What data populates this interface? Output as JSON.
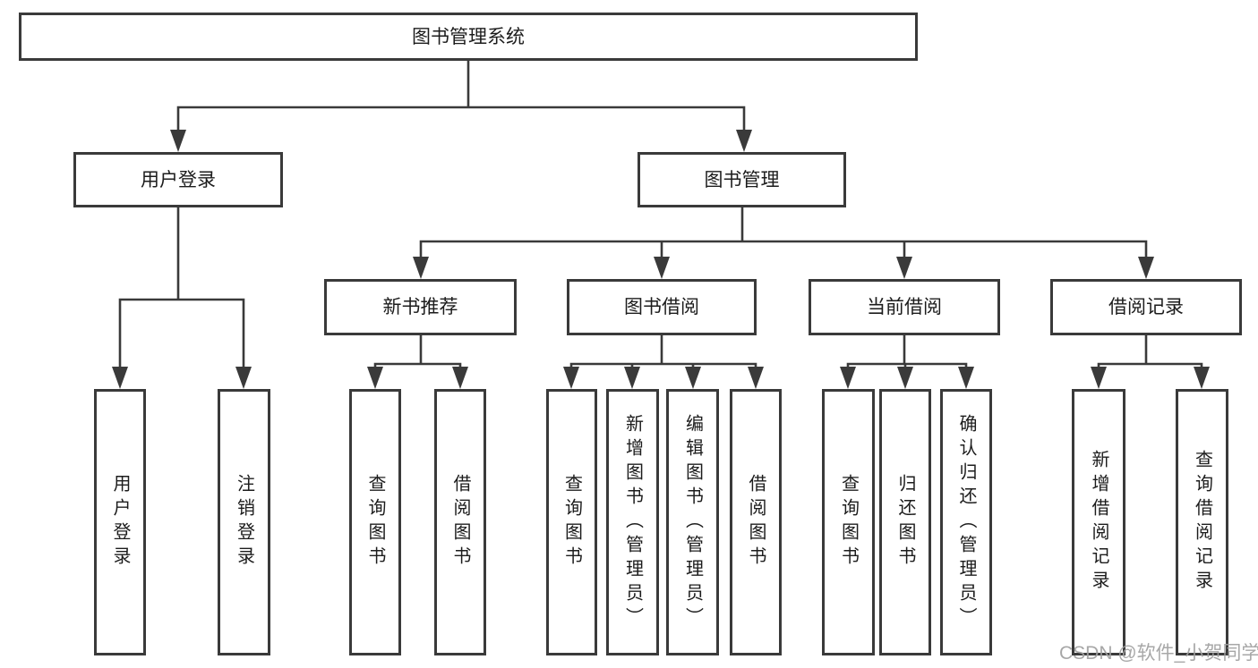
{
  "tree": {
    "root": "图书管理系统",
    "children": [
      {
        "label": "用户登录",
        "children": [
          {
            "label": "用户登录"
          },
          {
            "label": "注销登录"
          }
        ]
      },
      {
        "label": "图书管理",
        "children": [
          {
            "label": "新书推荐",
            "children": [
              {
                "label": "查询图书"
              },
              {
                "label": "借阅图书"
              }
            ]
          },
          {
            "label": "图书借阅",
            "children": [
              {
                "label": "查询图书"
              },
              {
                "label": "新增图书（管理员）"
              },
              {
                "label": "编辑图书（管理员）"
              },
              {
                "label": "借阅图书"
              }
            ]
          },
          {
            "label": "当前借阅",
            "children": [
              {
                "label": "查询图书"
              },
              {
                "label": "归还图书"
              },
              {
                "label": "确认归还（管理员）"
              }
            ]
          },
          {
            "label": "借阅记录",
            "children": [
              {
                "label": "新增借阅记录"
              },
              {
                "label": "查询借阅记录"
              }
            ]
          }
        ]
      }
    ]
  },
  "colors": {
    "line": "#3a3a3a",
    "text": "#1c1c1c",
    "watermark": "#a0a0a0"
  },
  "watermark": "CSDN @软件_小贺同学"
}
